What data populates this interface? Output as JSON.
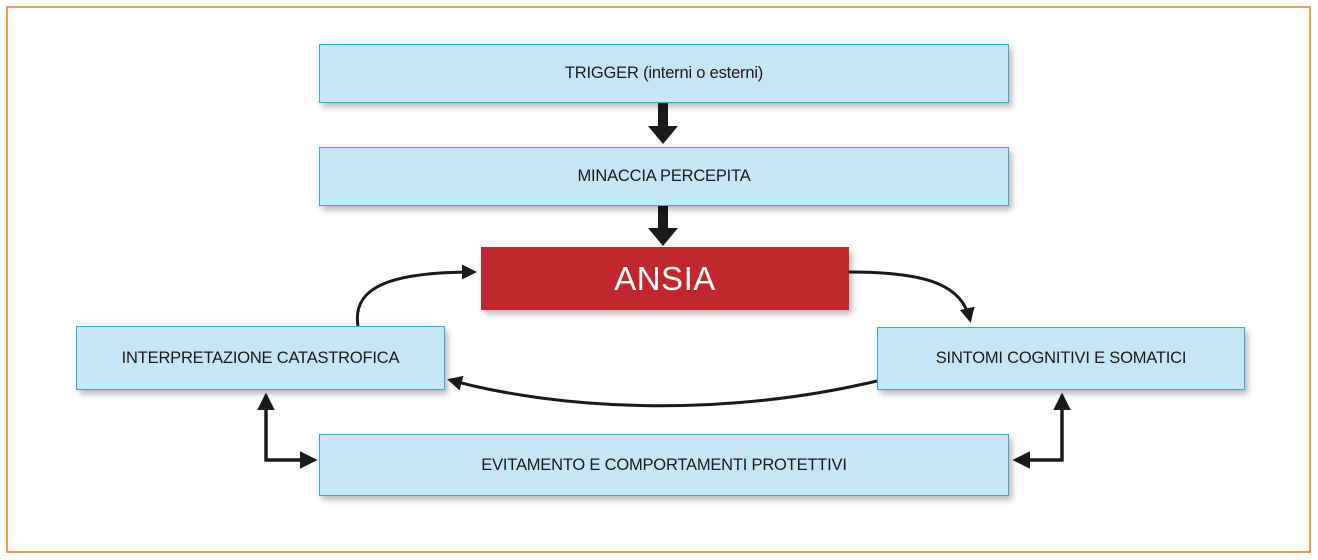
{
  "diagram": {
    "nodes": {
      "trigger": "TRIGGER (interni o esterni)",
      "threat": "MINACCIA PERCEPITA",
      "anxiety": "ANSIA",
      "interpretation": "INTERPRETAZIONE CATASTROFICA",
      "symptoms": "SINTOMI COGNITIVI E SOMATICI",
      "avoidance": "EVITAMENTO E COMPORTAMENTI PROTETTIVI"
    },
    "colors": {
      "box_fill": "#c5e6f6",
      "box_border": "#3aa7dc",
      "anxiety_fill": "#c1272d",
      "frame_border": "#e8a24a",
      "arrow": "#1a1a1a"
    }
  }
}
